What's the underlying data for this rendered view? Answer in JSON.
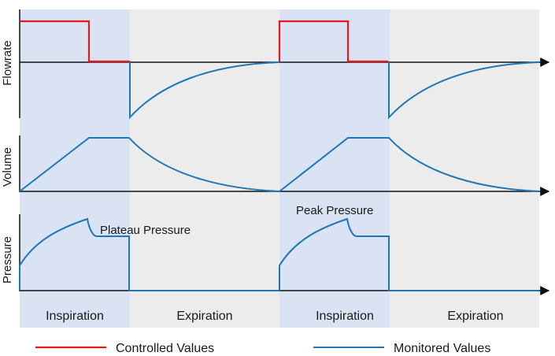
{
  "axes": {
    "flowrate": "Flowrate",
    "volume": "Volume",
    "pressure": "Pressure"
  },
  "phases": [
    {
      "label": "Inspiration"
    },
    {
      "label": "Expiration"
    },
    {
      "label": "Inspiration"
    },
    {
      "label": "Expiration"
    }
  ],
  "annotations": {
    "plateau": "Plateau Pressure",
    "peak": "Peak Pressure"
  },
  "legend": {
    "controlled": "Controlled Values",
    "monitored": "Monitored Values"
  },
  "colors": {
    "controlled": "#e41a1c",
    "monitored": "#1f77b4",
    "inspiration_bg": "#d9e3f4",
    "expiration_bg": "#ececec",
    "axis": "#111111"
  }
}
